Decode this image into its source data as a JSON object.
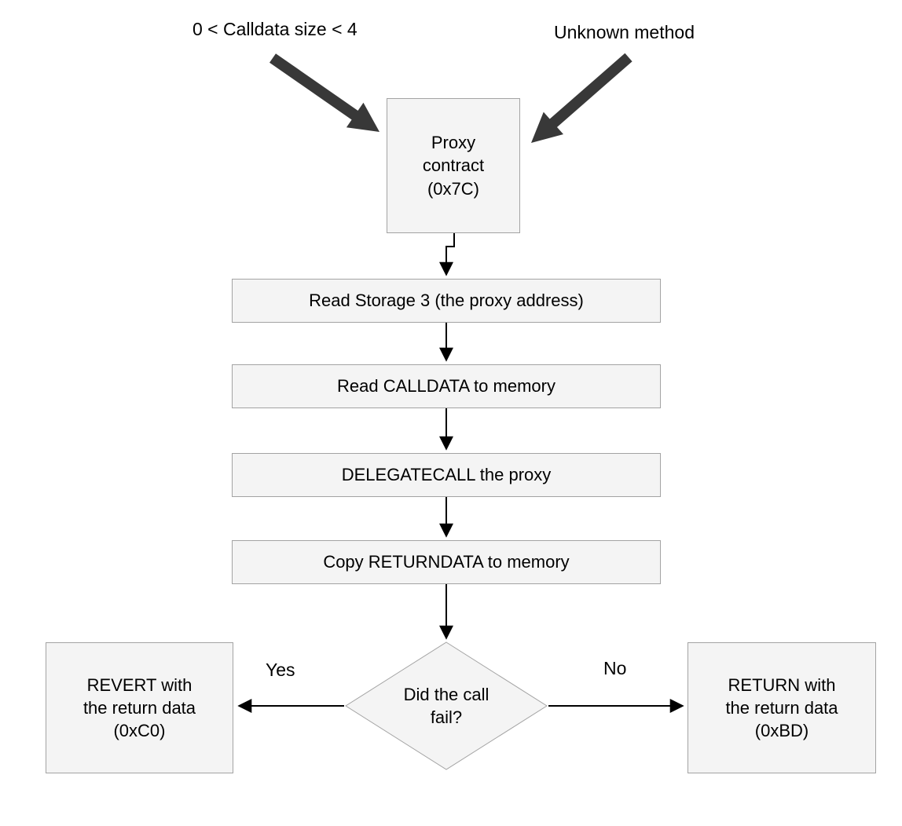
{
  "diagram": {
    "annotations": {
      "calldata_size": "0 < Calldata size < 4",
      "unknown_method": "Unknown method",
      "yes": "Yes",
      "no": "No"
    },
    "nodes": {
      "proxy_contract": "Proxy\ncontract\n(0x7C)",
      "read_storage": "Read Storage 3 (the proxy address)",
      "read_calldata": "Read CALLDATA to memory",
      "delegatecall": "DELEGATECALL the proxy",
      "copy_returndata": "Copy RETURNDATA to memory",
      "decision": "Did the call\nfail?",
      "revert": "REVERT with\nthe return data\n(0xC0)",
      "return": "RETURN with\nthe return data\n(0xBD)"
    }
  }
}
